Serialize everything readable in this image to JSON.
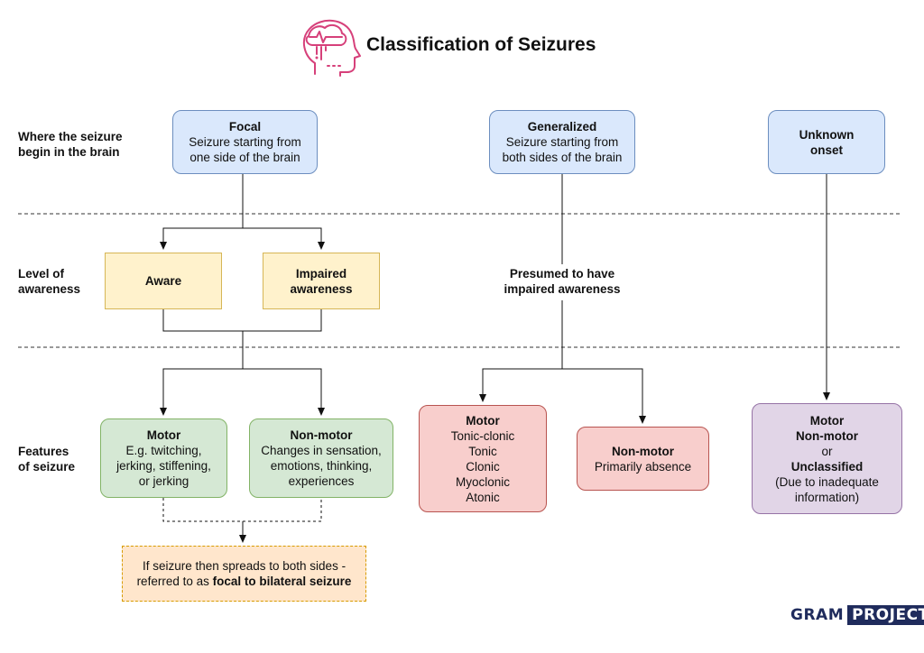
{
  "title": "Classification of Seizures",
  "icon": {
    "name": "brain-head-icon",
    "color": "#d6407a"
  },
  "row_labels": {
    "onset": [
      "Where the seizure",
      "begin in the brain"
    ],
    "awareness": [
      "Level of",
      "awareness"
    ],
    "features": [
      "Features",
      "of seizure"
    ]
  },
  "onset": {
    "focal": {
      "title": "Focal",
      "desc": [
        "Seizure starting from",
        "one side of the brain"
      ]
    },
    "generalized": {
      "title": "Generalized",
      "desc": [
        "Seizure starting from",
        "both sides of the brain"
      ]
    },
    "unknown": {
      "title": [
        "Unknown",
        "onset"
      ]
    }
  },
  "awareness": {
    "aware": "Aware",
    "impaired": [
      "Impaired",
      "awareness"
    ],
    "presumed": [
      "Presumed to have",
      "impaired awareness"
    ]
  },
  "features": {
    "focal_motor": {
      "title": "Motor",
      "desc": [
        "E.g. twitching,",
        "jerking, stiffening,",
        "or jerking"
      ]
    },
    "focal_nonmotor": {
      "title": "Non-motor",
      "desc": [
        "Changes in sensation,",
        "emotions, thinking,",
        "experiences"
      ]
    },
    "gen_motor": {
      "title": "Motor",
      "items": [
        "Tonic-clonic",
        "Tonic",
        "Clonic",
        "Myoclonic",
        "Atonic"
      ]
    },
    "gen_nonmotor": {
      "title": "Non-motor",
      "desc": "Primarily absence"
    },
    "unknown": {
      "line1": "Motor",
      "line2": "Non-motor",
      "line3": "or",
      "line4": "Unclassified",
      "desc": [
        "(Due to inadequate",
        "information)"
      ]
    }
  },
  "bilateral": {
    "line1": "If seizure then spreads to both sides -",
    "prefix": "referred to as ",
    "bold": "focal to bilateral seizure"
  },
  "brand": {
    "part1": "GRAM",
    "part2": "PROJECT",
    "color": "#1f2b5c"
  },
  "colors": {
    "blue": "#dae8fc",
    "yellow": "#fff2cc",
    "green": "#d5e8d4",
    "red": "#f8cecc",
    "purple": "#e1d5e7",
    "orange": "#ffe6cc"
  }
}
